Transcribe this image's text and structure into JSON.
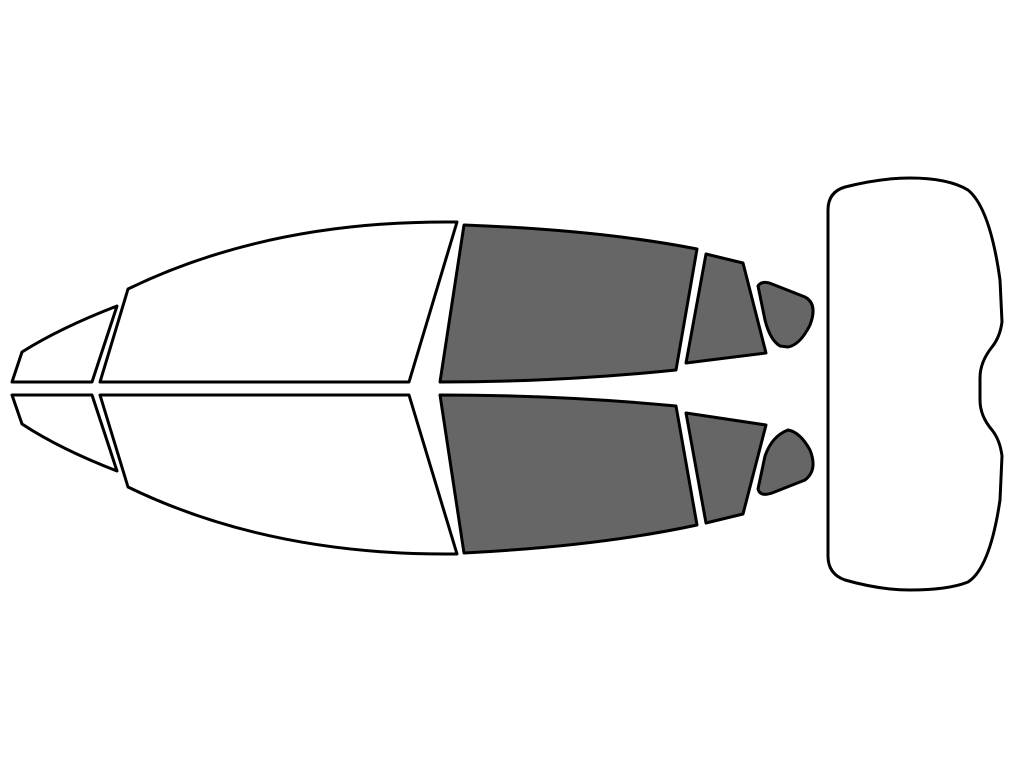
{
  "diagram": {
    "kind": "vehicle window tint template",
    "colors": {
      "background": "#ffffff",
      "outline": "#000000",
      "untinted_fill": "#ffffff",
      "tinted_fill": "#666666"
    },
    "panes": [
      {
        "name": "front-quarter-glass-top",
        "tinted": false
      },
      {
        "name": "front-door-window-top",
        "tinted": false
      },
      {
        "name": "rear-door-window-top",
        "tinted": true
      },
      {
        "name": "rear-quarter-window-top",
        "tinted": true
      },
      {
        "name": "rear-vent-window-top",
        "tinted": true
      },
      {
        "name": "front-quarter-glass-bottom",
        "tinted": false
      },
      {
        "name": "front-door-window-bottom",
        "tinted": false
      },
      {
        "name": "rear-door-window-bottom",
        "tinted": true
      },
      {
        "name": "rear-quarter-window-bottom",
        "tinted": true
      },
      {
        "name": "rear-vent-window-bottom",
        "tinted": true
      },
      {
        "name": "rear-windshield",
        "tinted": false
      }
    ]
  }
}
